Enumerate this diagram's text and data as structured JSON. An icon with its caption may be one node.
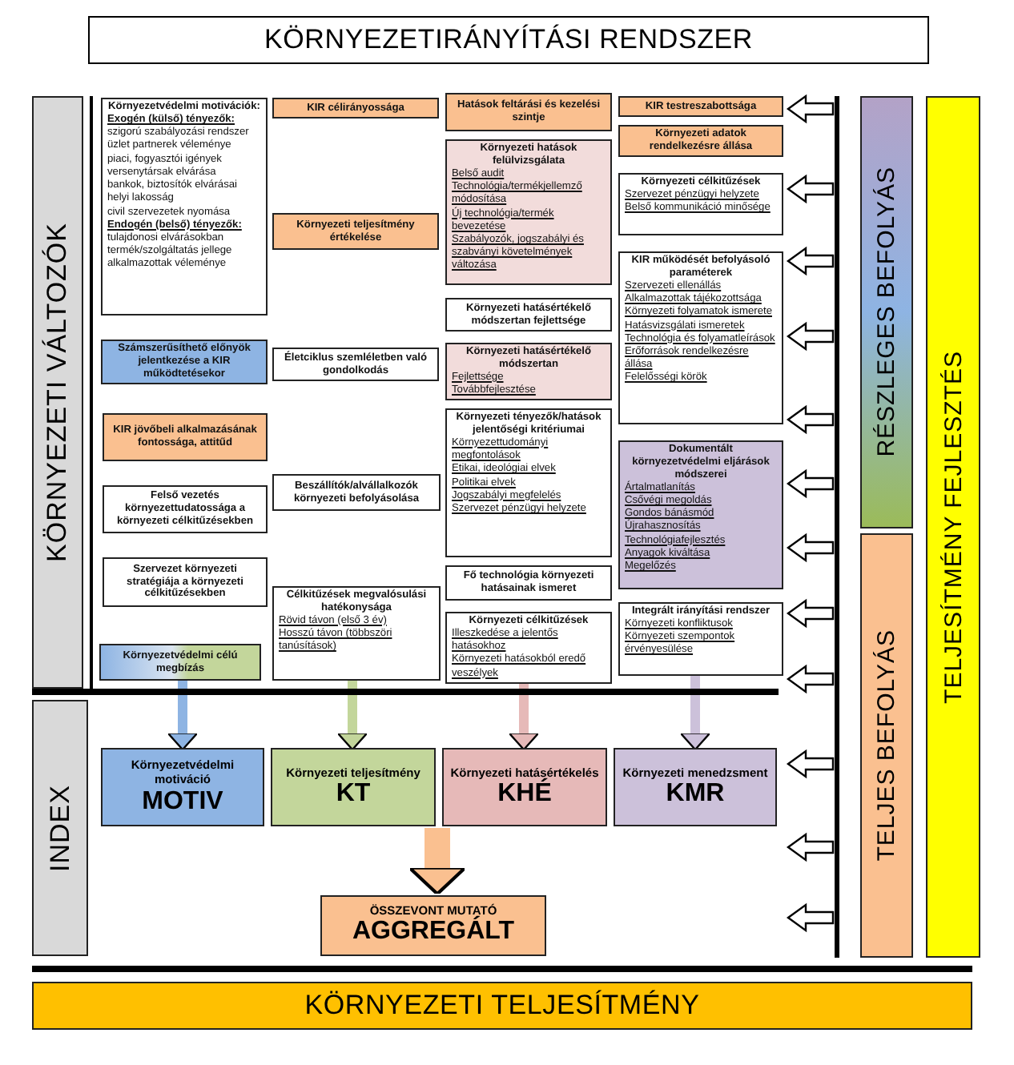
{
  "diagram": {
    "title": "KÖRNYEZETIRÁNYÍTÁSI RENDSZER",
    "nodes": [
      {
        "text": [
          "KÖRNYEZETI VÁLTOZÓK"
        ]
      },
      {
        "text": [
          "Környezetvédelmi motivációk:",
          "Exogén (külső) tényezők:",
          "szigorú szabályozási rendszer",
          "üzlet partnerek véleménye",
          "piaci, fogyasztói igények",
          "versenytársak elvárása",
          "bankok, biztosítók elvárásai",
          "helyi lakosság",
          "civil szervezetek nyomása",
          "Endogén (belső) tényezők:",
          "tulajdonosi elvárásokban",
          "termék/szolgáltatás jellege",
          "alkalmazottak véleménye"
        ]
      },
      {
        "text": [
          "Számszerűsíthető előnyök jelentkezése a KIR működtetésekor"
        ]
      },
      {
        "text": [
          "KIR jövőbeli alkalmazásának fontossága, attitűd"
        ]
      },
      {
        "text": [
          "Felső vezetés környezettudatossága a környezeti célkitűzésekben"
        ]
      },
      {
        "text": [
          "Szervezet környezeti stratégiája a környezeti célkitűzésekben"
        ]
      },
      {
        "text": [
          "Környezetvédelmi célú megbízás"
        ]
      },
      {
        "text": [
          "KIR célirányossága"
        ]
      },
      {
        "text": [
          "Környezeti teljesítmény értékelése"
        ]
      },
      {
        "text": [
          "Életciklus szemléletben való gondolkodás"
        ]
      },
      {
        "text": [
          "Beszállítók/alvállalkozók környezeti befolyásolása"
        ]
      },
      {
        "text": [
          "Célkitűzések megvalósulási hatékonysága",
          "Rövid távon (első 3 év)",
          "Hosszú távon (többszöri tanúsítások)"
        ]
      },
      {
        "text": [
          "Hatások feltárási és kezelési szintje"
        ]
      },
      {
        "text": [
          "Környezeti hatások felülvizsgálata",
          "Belső audit",
          "Technológia/termékjellemző módosítása",
          "Új technológia/termék bevezetése",
          "Szabályozók, jogszabályi és szabványi követelmények változása"
        ]
      },
      {
        "text": [
          "Környezeti hatásértékelő módszertan fejlettsége"
        ]
      },
      {
        "text": [
          "Környezeti hatásértékelő módszertan",
          "Fejlettsége",
          "Továbbfejlesztése"
        ]
      },
      {
        "text": [
          "Környezeti tényezők/hatások jelentőségi kritériumai",
          "Környezettudományi megfontolások",
          "Etikai, ideológiai elvek",
          "Politikai elvek",
          "Jogszabályi megfelelés",
          "Szervezet pénzügyi helyzete"
        ]
      },
      {
        "text": [
          "Fő technológia környezeti hatásainak ismeret"
        ]
      },
      {
        "text": [
          "Környezeti célkitűzések",
          "Illeszkedése a jelentős hatásokhoz",
          "Környezeti hatásokból eredő veszélyek"
        ]
      },
      {
        "text": [
          "KIR testreszabottsága"
        ]
      },
      {
        "text": [
          "Környezeti adatok rendelkezésre állása"
        ]
      },
      {
        "text": [
          "Környezeti célkitűzések",
          "Szervezet pénzügyi helyzete",
          "Belső kommunikáció minősége"
        ]
      },
      {
        "text": [
          "KIR működését befolyásoló paraméterek",
          "Szervezeti ellenállás",
          "Alkalmazottak tájékozottsága",
          "Környezeti folyamatok ismerete",
          "Hatásvizsgálati ismeretek",
          "Technológia és folyamatleírások",
          "Erőforrások rendelkezésre állása",
          "Felelősségi körök"
        ]
      },
      {
        "text": [
          "Dokumentált környezetvédelmi eljárások módszerei",
          "Ártalmatlanítás",
          "Csővégi megoldás",
          "Gondos bánásmód",
          "Újrahasznosítás",
          "Technológiafejlesztés",
          "Anyagok kiváltása",
          "Megelőzés"
        ]
      },
      {
        "text": [
          "Integrált irányítási rendszer",
          "Környezeti konfliktusok",
          "Környezeti szempontok érvényesülése"
        ]
      },
      {
        "text": [
          "RÉSZLEGES BEFOLYÁS"
        ]
      },
      {
        "text": [
          "TELJES BEFOLYÁS"
        ]
      },
      {
        "text": [
          "TELJESÍTMÉNY FEJLESZTÉS"
        ]
      },
      {
        "text": [
          "INDEX"
        ]
      },
      {
        "text": [
          "Környezetvédelmi motiváció",
          "MOTIV"
        ]
      },
      {
        "text": [
          "Környezeti teljesítmény",
          "KT"
        ]
      },
      {
        "text": [
          "Környezeti hatásértékelés",
          "KHÉ"
        ]
      },
      {
        "text": [
          "Környezeti menedzsment",
          "KMR"
        ]
      },
      {
        "text": [
          "ÖSSZEVONT MUTATÓ",
          "AGGREGÁLT"
        ]
      },
      {
        "text": [
          "KÖRNYEZETI TELJESÍTMÉNY"
        ]
      }
    ],
    "edges": [
      {
        "from": 6,
        "to": 29,
        "arrow": "to",
        "color": "#8eb4e3"
      },
      {
        "from": 11,
        "to": 30,
        "arrow": "to",
        "color": "#c3d69b"
      },
      {
        "from": 18,
        "to": 31,
        "arrow": "to",
        "color": "#e6b9b8"
      },
      {
        "from": 24,
        "to": 32,
        "arrow": "to",
        "color": "#ccc1da"
      },
      {
        "from": 30,
        "to": 33,
        "arrow": "to",
        "style": "thick",
        "color": "#fac090"
      },
      {
        "from": 31,
        "to": 33,
        "arrow": "to",
        "style": "thick",
        "color": "#fac090"
      },
      {
        "from": 25,
        "to": 19,
        "arrow": "to"
      },
      {
        "from": 25,
        "to": 21,
        "arrow": "to"
      },
      {
        "from": 25,
        "to": 22,
        "arrow": "to"
      },
      {
        "from": 25,
        "to": 22,
        "arrow": "to"
      },
      {
        "from": 25,
        "to": 22,
        "arrow": "to"
      },
      {
        "from": 25,
        "to": 23,
        "arrow": "to"
      },
      {
        "from": 26,
        "to": 23,
        "arrow": "to"
      },
      {
        "from": 26,
        "to": 24,
        "arrow": "to"
      },
      {
        "from": 26,
        "to": 24,
        "arrow": "to"
      },
      {
        "from": 26,
        "to": 32,
        "arrow": "to"
      },
      {
        "from": 26,
        "to": null,
        "arrow": "to"
      },
      {
        "from": 26,
        "to": null,
        "arrow": "to"
      }
    ]
  }
}
